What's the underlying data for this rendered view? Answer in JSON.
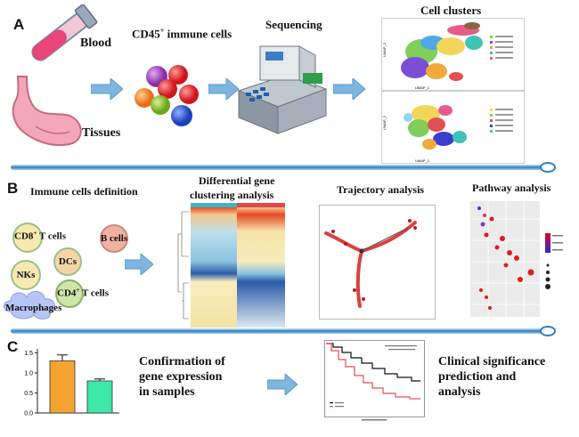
{
  "panels": {
    "a": {
      "letter": "A",
      "blood": "Blood",
      "tissues": "Tissues",
      "cd45_prefix": "CD45",
      "cd45_sup": "+",
      "cd45_suffix": " immune cells",
      "sequencing": "Sequencing",
      "cell_clusters": "Cell clusters",
      "umap_x": "UMAP_1",
      "umap_y": "UMAP_2"
    },
    "b": {
      "letter": "B",
      "immune_def": "Immune cells  definition",
      "cd8_prefix": "CD8",
      "cd8_sup": "+",
      "cd8_suffix": " T cells",
      "bcells": "B cells",
      "nks": "NKs",
      "dcs": "DCs",
      "cd4_prefix": "CD4",
      "cd4_sup": "+",
      "cd4_suffix": "  T  cells",
      "macrophages": "Macrophages",
      "diff_line1": "Differential gene",
      "diff_line2": "clustering   analysis",
      "trajectory": "Trajectory analysis",
      "pathway": "Pathway analysis"
    },
    "c": {
      "letter": "C",
      "confirm": [
        "Confirmation of",
        "gene expression",
        "in samples"
      ],
      "clinical": [
        "Clinical significance",
        "prediction and",
        "analysis"
      ]
    }
  },
  "colors": {
    "arrow": "#7fb6e0",
    "divider": "#2f7fc1",
    "bar_orange": "#f5a431",
    "bar_green": "#3ee8a8"
  },
  "chart_data": [
    {
      "type": "bar",
      "categories": [
        "",
        ""
      ],
      "values": [
        1.3,
        0.8
      ],
      "errors": [
        0.15,
        0.05
      ],
      "ylim": [
        0,
        1.6
      ],
      "yticks": [
        "0.0",
        "0.5",
        "1.0",
        "1.5"
      ],
      "title": "",
      "xlabel": "",
      "ylabel": ""
    }
  ]
}
